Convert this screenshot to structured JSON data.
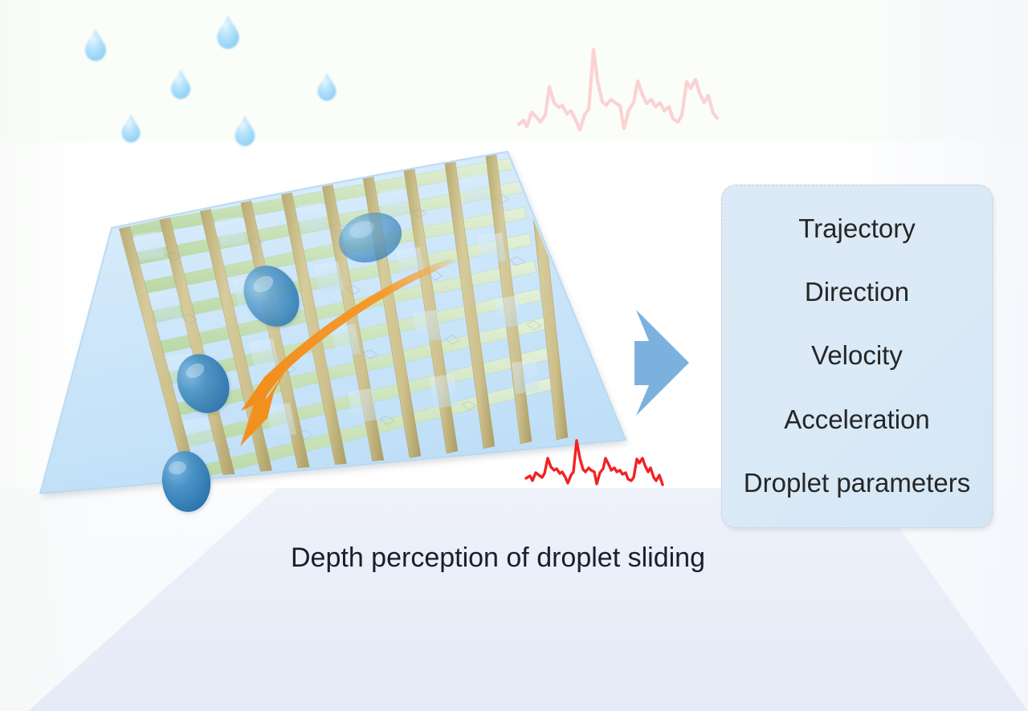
{
  "figure": {
    "caption": "Depth perception of droplet sliding",
    "title_alt": "Depth perception of droplet sliding"
  },
  "info_panel": {
    "items": [
      {
        "label": "Trajectory"
      },
      {
        "label": "Direction"
      },
      {
        "label": "Velocity"
      },
      {
        "label": "Acceleration"
      },
      {
        "label": "Droplet parameters"
      }
    ]
  },
  "colors": {
    "background": "#fdfefc",
    "panel_fill": "#dceaf7",
    "panel_border": "#c9ced6",
    "panel_text": "#262626",
    "caption_text": "#16202c",
    "droplet_blue": "#3d87bf",
    "droplet_blue_light": "#6fb4dd",
    "raindrop_blue": "#a6dbf7",
    "mesh_substrate": "#cfe7f8",
    "mesh_strip_tan": "#cfc592",
    "mesh_strip_green": "#d3e6c6",
    "arrow_orange": "#f59a2e",
    "arrow_blue": "#7cb1dd",
    "signal_red": "#f32222",
    "signal_pink": "#fbd2d2",
    "floor_lavender": "#e9edf8"
  },
  "elements": {
    "sensor_array": {
      "name": "flexible droplet sensing mesh",
      "rows": 11,
      "cols": 11
    },
    "raindrops": {
      "count": 6
    },
    "sliding_droplets": {
      "count": 4
    },
    "sliding_path_arrow": {
      "name": "droplet sliding trajectory arrow",
      "direction": "upper-right to lower-left"
    },
    "flow_arrow": {
      "name": "signal-to-output arrow",
      "direction": "right"
    },
    "signal_waveform_top": {
      "name": "faded reference signal trace"
    },
    "signal_waveform_bottom": {
      "name": "recorded droplet impact signal trace"
    }
  },
  "chart_data": {
    "type": "line",
    "title": "",
    "xlabel": "",
    "ylabel": "",
    "series": [
      {
        "name": "recorded droplet impact signal",
        "color": "#f32222",
        "values": [
          0.3,
          0.33,
          0.18,
          0.3,
          0.34,
          0.33,
          0.4,
          0.85,
          0.6,
          0.52,
          0.55,
          0.45,
          0.48,
          0.3,
          0.12,
          0.42,
          0.5,
          1.0,
          0.72,
          0.46,
          0.4,
          0.5,
          0.46,
          0.4,
          0.1,
          0.36,
          0.46,
          0.8,
          0.6,
          0.5,
          0.55,
          0.46,
          0.5,
          0.42,
          0.46,
          0.3,
          0.26,
          0.33,
          0.74,
          0.66,
          0.78,
          0.6,
          0.5,
          0.56,
          0.44
        ]
      },
      {
        "name": "faded reference signal",
        "color": "#fbd2d2",
        "values": [
          0.3,
          0.33,
          0.18,
          0.3,
          0.34,
          0.33,
          0.4,
          0.85,
          0.6,
          0.52,
          0.55,
          0.45,
          0.48,
          0.3,
          0.12,
          0.42,
          0.5,
          1.0,
          0.72,
          0.46,
          0.4,
          0.5,
          0.46,
          0.4,
          0.1,
          0.36,
          0.46,
          0.8,
          0.6,
          0.5,
          0.55,
          0.46,
          0.5,
          0.42,
          0.46,
          0.3,
          0.26,
          0.33,
          0.74,
          0.66,
          0.78,
          0.6,
          0.5,
          0.56,
          0.44
        ]
      }
    ],
    "ylim": [
      0,
      1
    ],
    "grid": false,
    "legend": "none"
  }
}
